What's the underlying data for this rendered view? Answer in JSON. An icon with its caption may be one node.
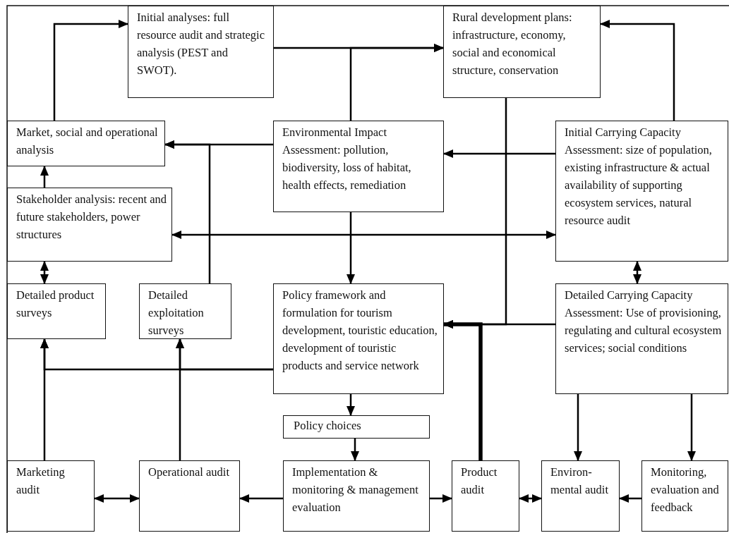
{
  "diagram": {
    "nodes": [
      {
        "text": [
          "Initial analyses: full resource audit and strategic analysis (PEST and SWOT)."
        ]
      },
      {
        "text": [
          "Rural development plans: infrastructure, economy, social and economical structure, conservation"
        ]
      },
      {
        "text": [
          "Market, social and operational analysis"
        ]
      },
      {
        "text": [
          "Environmental Impact Assessment: pollution, biodiversity, loss of habitat, health effects, remediation"
        ]
      },
      {
        "text": [
          "Initial Carrying Capacity Assessment: size of population, existing infrastructure & actual availability of supporting ecosystem services, natural resource audit"
        ]
      },
      {
        "text": [
          "Stakeholder analysis: recent and future stakeholders, power structures"
        ]
      },
      {
        "text": [
          "Detailed product surveys"
        ]
      },
      {
        "text": [
          "Detailed exploitation surveys"
        ]
      },
      {
        "text": [
          "Policy framework and formulation for tourism development, touristic education, development of touristic products and service network"
        ]
      },
      {
        "text": [
          "Detailed Carrying Capacity Assessment: Use of provisioning, regulating and cultural ecosystem services; social conditions"
        ]
      },
      {
        "text": [
          "Policy choices"
        ]
      },
      {
        "text": [
          "Marketing audit"
        ]
      },
      {
        "text": [
          "Operational audit"
        ]
      },
      {
        "text": [
          "Implementation & monitoring & management evaluation"
        ]
      },
      {
        "text": [
          "Product audit"
        ]
      },
      {
        "text": [
          "Environ-mental audit"
        ]
      },
      {
        "text": [
          "Monitoring, evaluation and feedback"
        ]
      }
    ],
    "edges": [
      {
        "from": 2,
        "to": 0,
        "arrow": "to"
      },
      {
        "from": 0,
        "to": 1,
        "arrow": "to"
      },
      {
        "from": 3,
        "to": 1,
        "arrow": "to"
      },
      {
        "from": 4,
        "to": 1,
        "arrow": "to"
      },
      {
        "from": 3,
        "to": 2,
        "arrow": "to"
      },
      {
        "from": 7,
        "to": 2,
        "arrow": "to"
      },
      {
        "from": 4,
        "to": 3,
        "arrow": "to"
      },
      {
        "from": 5,
        "to": 4,
        "arrow": "both"
      },
      {
        "from": 3,
        "to": 8,
        "arrow": "to"
      },
      {
        "from": 5,
        "to": 2,
        "arrow": "to"
      },
      {
        "from": 5,
        "to": 6,
        "arrow": "both"
      },
      {
        "from": 4,
        "to": 9,
        "arrow": "both"
      },
      {
        "from": 1,
        "to": 8,
        "arrow": "to"
      },
      {
        "from": 9,
        "to": 8,
        "arrow": "to"
      },
      {
        "from": 14,
        "to": 8,
        "arrow": "to",
        "style": "thick"
      },
      {
        "from": 8,
        "to": 6,
        "arrow": "to"
      },
      {
        "from": 8,
        "to": 7,
        "arrow": "to"
      },
      {
        "from": 11,
        "to": 6,
        "arrow": "to"
      },
      {
        "from": 12,
        "to": 7,
        "arrow": "to"
      },
      {
        "from": 8,
        "to": 10,
        "arrow": "to"
      },
      {
        "from": 10,
        "to": 13,
        "arrow": "to"
      },
      {
        "from": 11,
        "to": 12,
        "arrow": "both"
      },
      {
        "from": 13,
        "to": 12,
        "arrow": "to"
      },
      {
        "from": 13,
        "to": 14,
        "arrow": "to"
      },
      {
        "from": 14,
        "to": 15,
        "arrow": "both"
      },
      {
        "from": 9,
        "to": 15,
        "arrow": "to"
      },
      {
        "from": 9,
        "to": 16,
        "arrow": "to"
      },
      {
        "from": 16,
        "to": 15,
        "arrow": "to"
      }
    ]
  }
}
